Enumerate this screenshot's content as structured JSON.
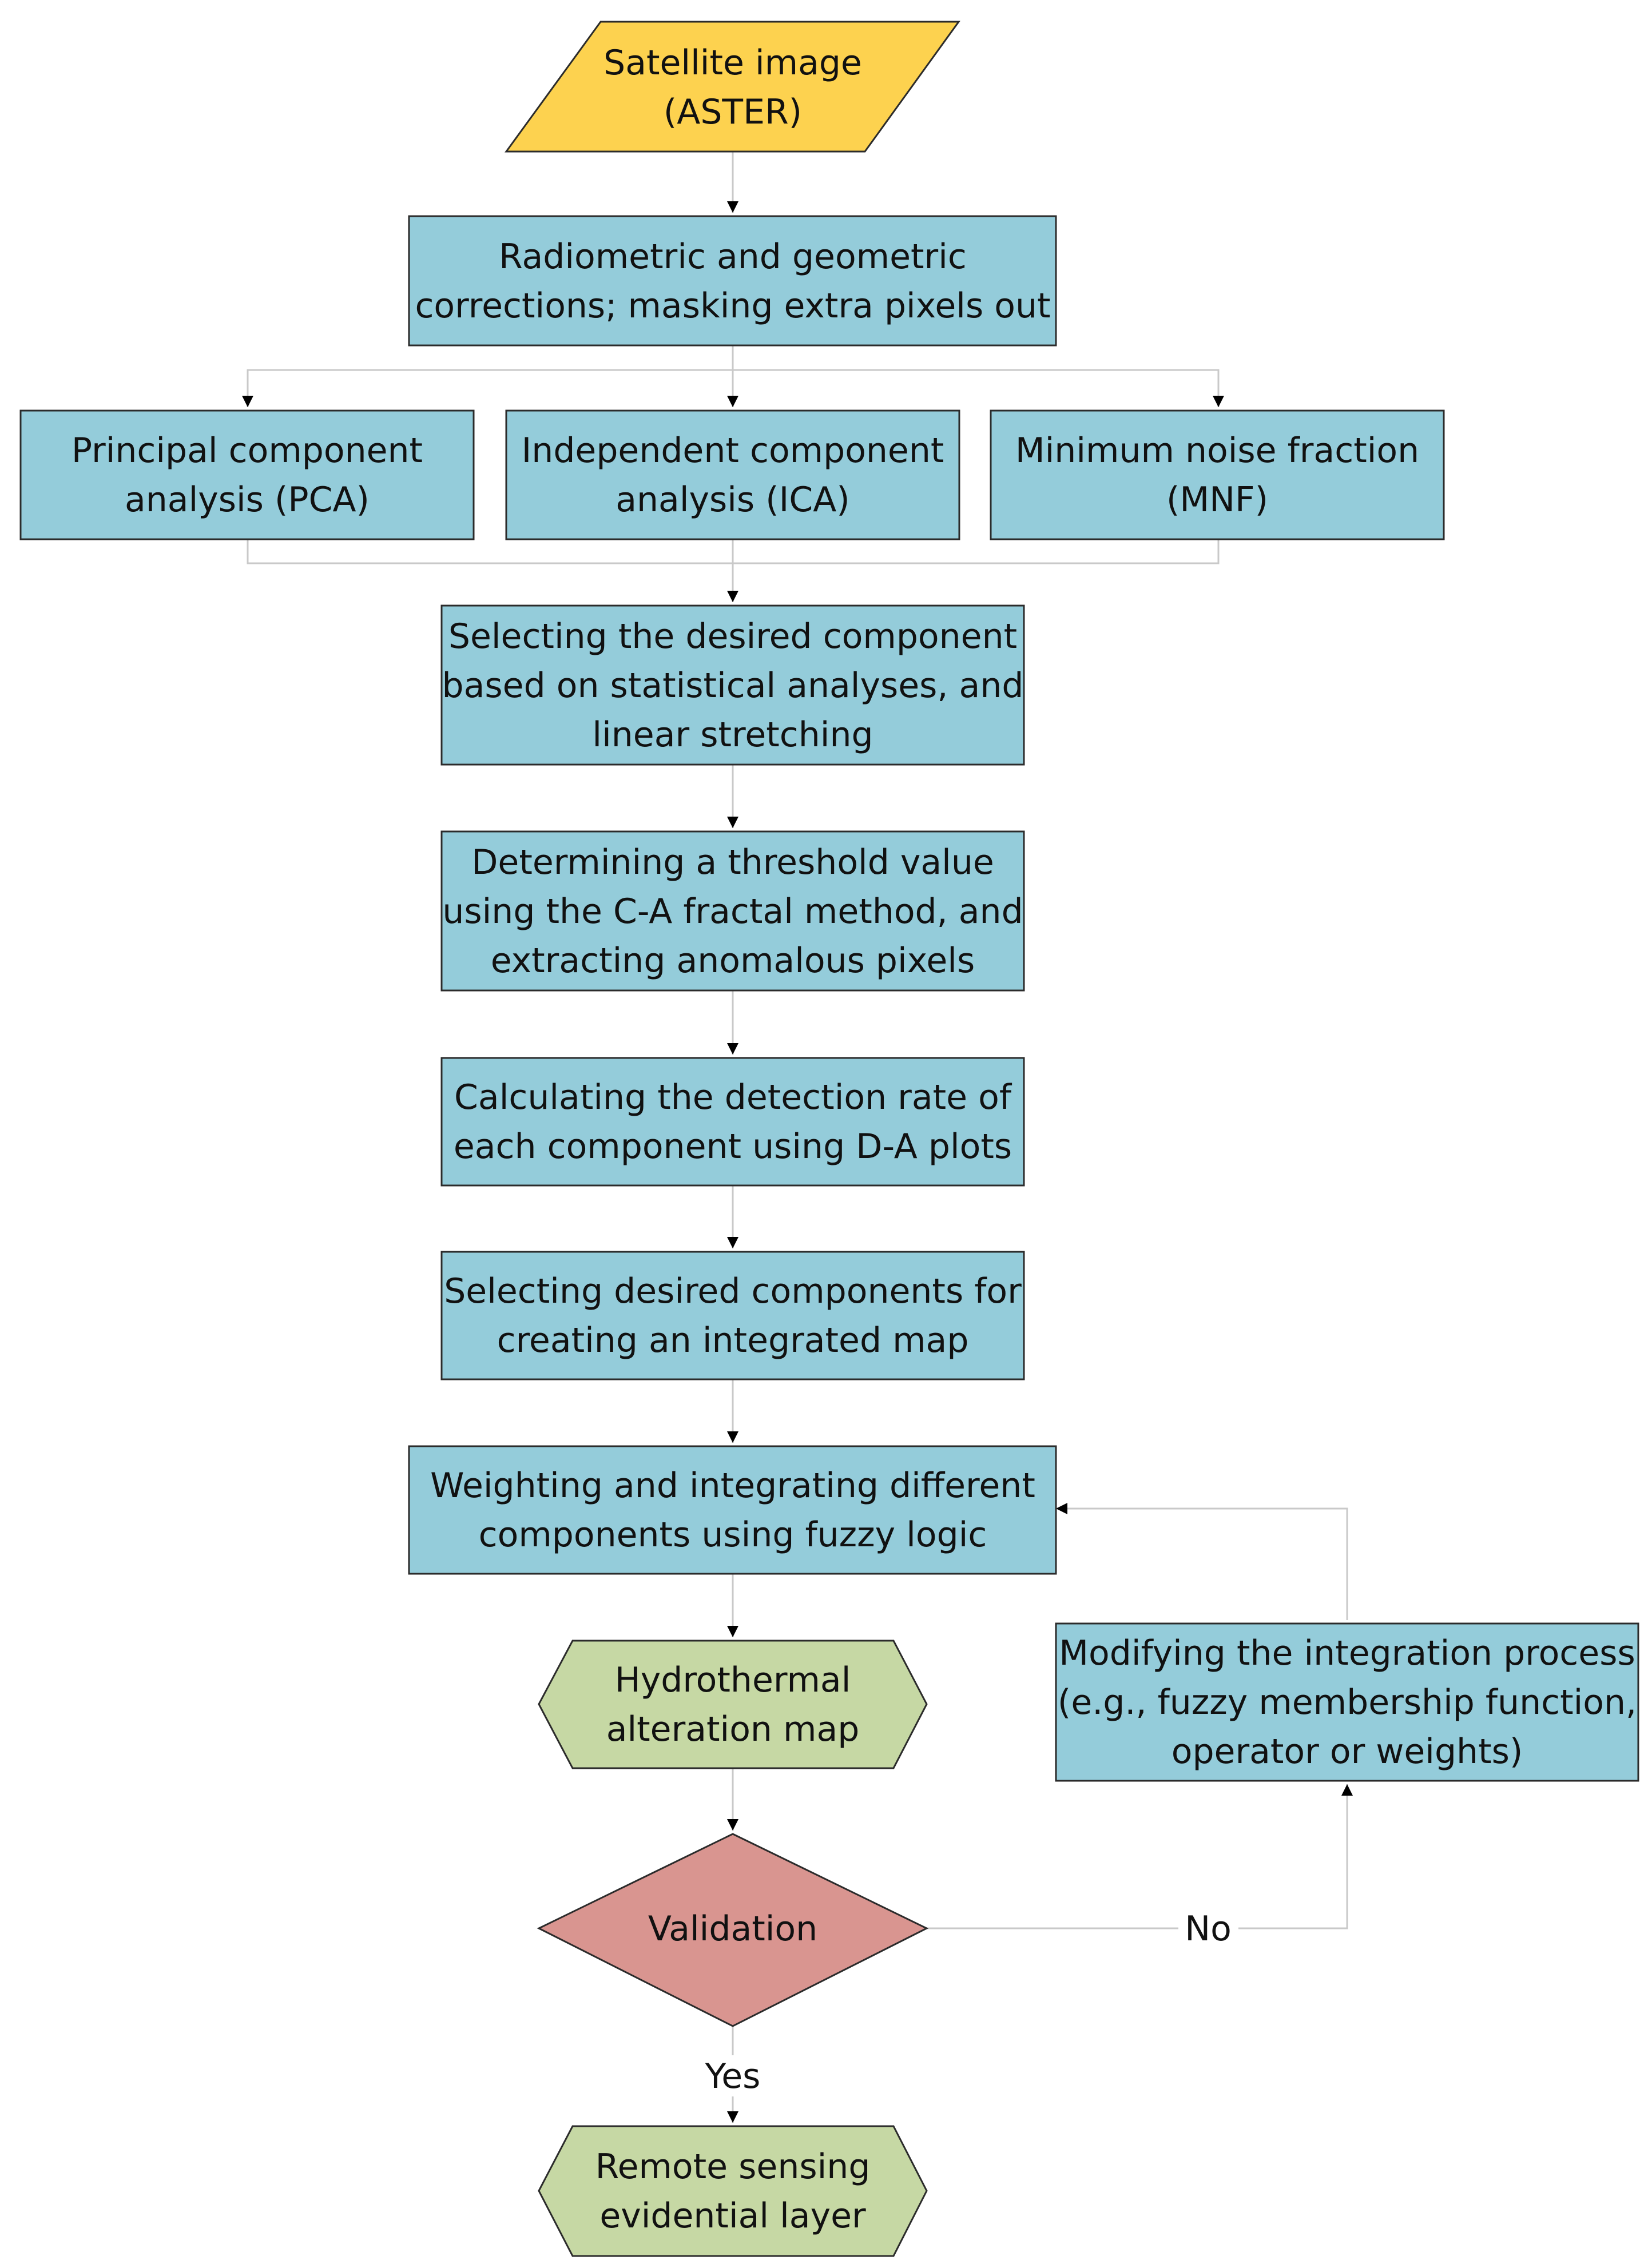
{
  "colors": {
    "input": "#fdd24f",
    "process": "#94ccda",
    "output": "#c6d8a4",
    "decision": "#d99590",
    "stroke": "#2b2b2b",
    "connector": "#c9c9c9",
    "arrow": "#000000"
  },
  "nodes": {
    "satellite": {
      "lines": [
        "Satellite image",
        "(ASTER)"
      ]
    },
    "corrections": {
      "lines": [
        "Radiometric and geometric",
        "corrections; masking extra pixels out"
      ]
    },
    "pca": {
      "lines": [
        "Principal component",
        "analysis (PCA)"
      ]
    },
    "ica": {
      "lines": [
        "Independent component",
        "analysis (ICA)"
      ]
    },
    "mnf": {
      "lines": [
        "Minimum noise fraction",
        "(MNF)"
      ]
    },
    "selecting": {
      "lines": [
        "Selecting the desired component",
        "based on statistical analyses, and",
        "linear stretching"
      ]
    },
    "threshold": {
      "lines": [
        "Determining a threshold value",
        "using the C-A fractal method, and",
        "extracting anomalous pixels"
      ]
    },
    "detection": {
      "lines": [
        "Calculating the detection rate of",
        "each component using D-A plots"
      ]
    },
    "desired": {
      "lines": [
        "Selecting desired components for",
        "creating an integrated map"
      ]
    },
    "weighting": {
      "lines": [
        "Weighting and integrating different",
        "components using fuzzy logic"
      ]
    },
    "hydro": {
      "lines": [
        "Hydrothermal",
        "alteration map"
      ]
    },
    "modifying": {
      "lines": [
        "Modifying the integration process",
        "(e.g., fuzzy membership function,",
        "operator or weights)"
      ]
    },
    "validation": {
      "lines": [
        "Validation"
      ]
    },
    "remote": {
      "lines": [
        "Remote sensing",
        "evidential layer"
      ]
    }
  },
  "edges": {
    "no_label": "No",
    "yes_label": "Yes"
  }
}
